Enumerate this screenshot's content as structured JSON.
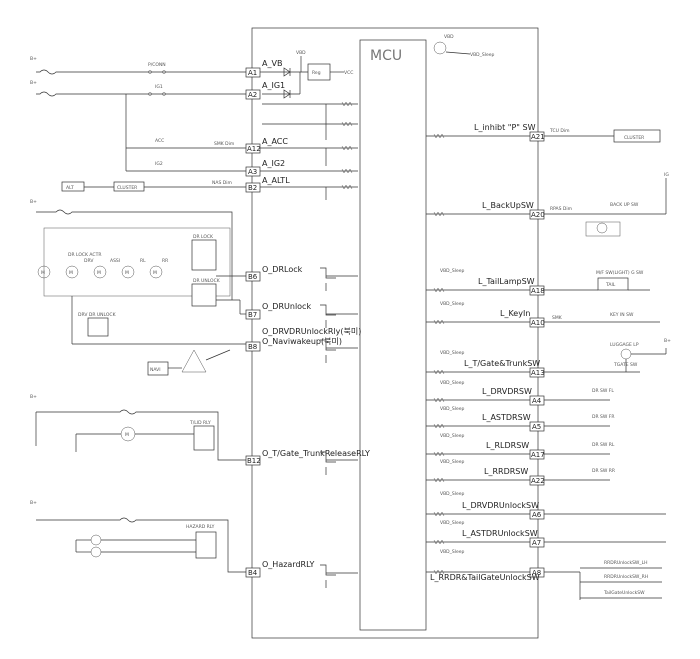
{
  "mcu": {
    "title": "MCU"
  },
  "top": {
    "vbd": "VBD",
    "vbd_sleep": "VBD_Sleep",
    "vbd2": "VBD",
    "vcc": "VCC",
    "reg": "Reg"
  },
  "supply": {
    "bplus": "B+"
  },
  "left_pins": [
    {
      "pin": "A1",
      "signal": "A_VB"
    },
    {
      "pin": "A2",
      "signal": "A_IG1"
    },
    {
      "pin": "A12",
      "signal": "A_ACC"
    },
    {
      "pin": "A3",
      "signal": "A_IG2"
    },
    {
      "pin": "B2",
      "signal": "A_ALTL"
    },
    {
      "pin": "B6",
      "signal": "O_DRLock"
    },
    {
      "pin": "B7",
      "signal": "O_DRUnlock"
    },
    {
      "pin": "B8",
      "signal": "O_DRVDRUnlockRly(북미)",
      "signal2": "O_Naviwakeup(북미)"
    },
    {
      "pin": "B12",
      "signal": "O_T/Gate_TrunkReleaseRLY"
    },
    {
      "pin": "B4",
      "signal": "O_HazardRLY"
    }
  ],
  "left_labels": {
    "p_conn": "P/CONN",
    "ig1": "IG1",
    "acc": "ACC",
    "ig2": "IG2",
    "smk_dim": "SMK Dim",
    "nas_dim": "NAS Dim",
    "alt": "ALT",
    "cluster": "CLUSTER",
    "dr_lock_actr": "DR LOCK ACTR",
    "motors": [
      "M",
      "M",
      "M",
      "M",
      "M"
    ],
    "motor_labels": [
      "DRV",
      "ASSI",
      "RL",
      "RR"
    ],
    "dr_lock": "DR LOCK",
    "dr_unlock": "DR UNLOCK",
    "drv_dr_unlock": "DRV DR UNLOCK",
    "navi": "NAVI",
    "tlid_rly": "T/LID RLY",
    "hazard_rly": "HAZARD RLY",
    "motor_t": "M"
  },
  "right_pins": [
    {
      "pin": "A21",
      "signal": "L_inhibt \"P\" SW",
      "pullup": ""
    },
    {
      "pin": "A20",
      "signal": "L_BackUpSW",
      "pullup": ""
    },
    {
      "pin": "A18",
      "signal": "L_TailLampSW",
      "pullup": "VBD_Sleep"
    },
    {
      "pin": "A10",
      "signal": "L_KeyIn",
      "pullup": "VBD_Sleep"
    },
    {
      "pin": "A13",
      "signal": "L_T/Gate&TrunkSW",
      "pullup": "VBD_Sleep"
    },
    {
      "pin": "A4",
      "signal": "L_DRVDRSW",
      "pullup": "VBD_Sleep"
    },
    {
      "pin": "A5",
      "signal": "L_ASTDRSW",
      "pullup": "VBD_Sleep"
    },
    {
      "pin": "A17",
      "signal": "L_RLDRSW",
      "pullup": "VBD_Sleep"
    },
    {
      "pin": "A22",
      "signal": "L_RRDRSW",
      "pullup": "VBD_Sleep"
    },
    {
      "pin": "A6",
      "signal": "L_DRVDRUnlockSW",
      "pullup": "VBD_Sleep"
    },
    {
      "pin": "A7",
      "signal": "L_ASTDRUnlockSW",
      "pullup": "VBD_Sleep"
    },
    {
      "pin": "A8",
      "signal": "L_RRDR&TailGateUnlockSW",
      "pullup": "VBD_Sleep"
    }
  ],
  "right_labels": {
    "tcu_dim": "TCU Dim",
    "cluster": "CLUSTER",
    "rpas_dim": "RPAS Dim",
    "back_up_sw": "BACK UP SW",
    "tail_sw": "M/F SW(LIGHT) G SW",
    "tail": "TAIL",
    "smk": "SMK",
    "key_in_sw": "KEY IN SW",
    "luggage_lp": "LUGGAGE LP",
    "tgate_sw": "TGATE SW",
    "dr_sw_fl": "DR SW FL",
    "dr_sw_fr": "DR SW FR",
    "dr_sw_rl": "DR SW RL",
    "dr_sw_rr": "DR SW RR",
    "rrdr_lh": "RRDRUnlockSW_LH",
    "rrdr_rh": "RRDRUnlockSW_RH",
    "tailgate_unlock": "TailGateUnlockSW",
    "ig_mark": "IG",
    "bplus": "B+"
  }
}
